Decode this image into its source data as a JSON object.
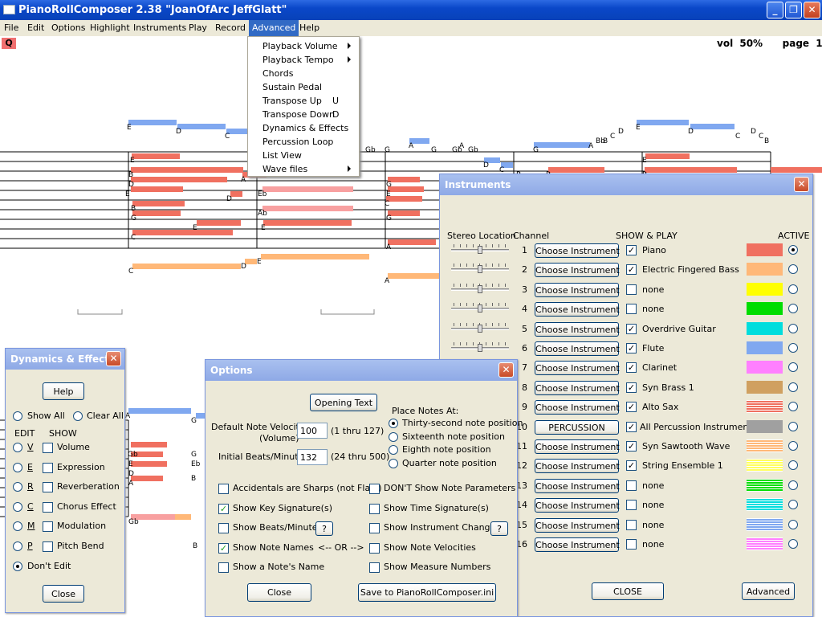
{
  "window": {
    "title": "PianoRollComposer 2.38  \"JoanOfArc JeffGlatt\""
  },
  "menu": [
    "File",
    "Edit",
    "Options",
    "Highlight",
    "Instruments",
    "Play",
    "Record",
    "Advanced",
    "Help"
  ],
  "toolbar": {
    "quantize": "Q",
    "volume": "vol  50%",
    "page": "page 1"
  },
  "advanced_menu": [
    {
      "label": "Playback Volume",
      "key": "",
      "submenu": true
    },
    {
      "label": "Playback Tempo",
      "key": "",
      "submenu": true
    },
    {
      "label": "Chords",
      "key": "",
      "submenu": false
    },
    {
      "label": "Sustain Pedal",
      "key": "",
      "submenu": false
    },
    {
      "label": "Transpose Up",
      "key": "U",
      "submenu": false
    },
    {
      "label": "Transpose Down",
      "key": "D",
      "submenu": false
    },
    {
      "label": "Dynamics & Effects",
      "key": "",
      "submenu": false
    },
    {
      "label": "Percussion Loop",
      "key": "",
      "submenu": false
    },
    {
      "label": "List View",
      "key": "",
      "submenu": false
    },
    {
      "label": "Wave files",
      "key": "",
      "submenu": true
    }
  ],
  "roll_notes": [
    [
      "E",
      158,
      153
    ],
    [
      "D",
      219,
      158
    ],
    [
      "C",
      280,
      164
    ],
    [
      "Gb",
      455,
      181
    ],
    [
      "G",
      479,
      181
    ],
    [
      "A",
      509,
      176
    ],
    [
      "G",
      537,
      181
    ],
    [
      "Gb",
      563,
      181
    ],
    [
      "A",
      572,
      176
    ],
    [
      "Gb",
      583,
      181
    ],
    [
      "G",
      664,
      181
    ],
    [
      "A",
      733,
      176
    ],
    [
      "Bb",
      742,
      170
    ],
    [
      "B",
      751,
      170
    ],
    [
      "C",
      760,
      164
    ],
    [
      "D",
      770,
      158
    ],
    [
      "E",
      792,
      153
    ],
    [
      "D",
      857,
      158
    ],
    [
      "C",
      916,
      164
    ],
    [
      "D",
      935,
      158
    ],
    [
      "C",
      945,
      164
    ],
    [
      "B",
      952,
      170
    ],
    [
      "D",
      602,
      200
    ],
    [
      "C",
      622,
      206
    ],
    [
      "B",
      643,
      212
    ],
    [
      "B",
      680,
      212
    ],
    [
      "E",
      162,
      194
    ],
    [
      "B",
      160,
      212
    ],
    [
      "D",
      160,
      224
    ],
    [
      "E",
      156,
      236
    ],
    [
      "A",
      300,
      218
    ],
    [
      "D",
      282,
      242
    ],
    [
      "B",
      163,
      254
    ],
    [
      "G",
      163,
      266
    ],
    [
      "E",
      240,
      278
    ],
    [
      "C",
      163,
      290
    ],
    [
      "Eb",
      321,
      236
    ],
    [
      "Ab",
      321,
      260
    ],
    [
      "E",
      325,
      278
    ],
    [
      "G",
      481,
      224
    ],
    [
      "E",
      481,
      236
    ],
    [
      "C",
      479,
      248
    ],
    [
      "G",
      481,
      266
    ],
    [
      "A",
      481,
      302
    ],
    [
      "E",
      800,
      194
    ],
    [
      "B",
      800,
      212
    ],
    [
      "D",
      300,
      326
    ],
    [
      "C",
      160,
      332
    ],
    [
      "E",
      320,
      320
    ],
    [
      "A",
      479,
      344
    ],
    [
      "A",
      156,
      512
    ],
    [
      "G",
      238,
      518
    ],
    [
      "Gb",
      159,
      560
    ],
    [
      "G",
      238,
      560
    ],
    [
      "E",
      160,
      572
    ],
    [
      "Eb",
      238,
      572
    ],
    [
      "D",
      160,
      584
    ],
    [
      "B",
      238,
      590
    ],
    [
      "A",
      160,
      596
    ],
    [
      "Gb",
      160,
      644
    ],
    [
      "B",
      240,
      674
    ]
  ],
  "dynamics": {
    "title": "Dynamics & Effects",
    "help": "Help",
    "show_all": "Show All",
    "clear_all": "Clear All",
    "edit_header": "EDIT",
    "show_header": "SHOW",
    "rows": [
      {
        "key": "V",
        "label": "Volume"
      },
      {
        "key": "E",
        "label": "Expression"
      },
      {
        "key": "R",
        "label": "Reverberation"
      },
      {
        "key": "C",
        "label": "Chorus Effect"
      },
      {
        "key": "M",
        "label": "Modulation"
      },
      {
        "key": "P",
        "label": "Pitch Bend"
      }
    ],
    "dont_edit": "Don't Edit",
    "close": "Close"
  },
  "options": {
    "title": "Options",
    "opening_text": "Opening Text",
    "velocity_label_1": "Default Note Velocity",
    "velocity_label_2": "(Volume)",
    "velocity_value": "100",
    "velocity_range": "(1 thru 127)",
    "bpm_label": "Initial Beats/Minute",
    "bpm_value": "132",
    "bpm_range": "(24 thru 500)",
    "place_notes_label": "Place Notes At:",
    "place_options": [
      {
        "label": "Thirty-second note position",
        "selected": true
      },
      {
        "label": "Sixteenth note position",
        "selected": false
      },
      {
        "label": "Eighth note position",
        "selected": false
      },
      {
        "label": "Quarter note position",
        "selected": false
      }
    ],
    "left_checks": [
      {
        "label": "Accidentals are Sharps (not Flats)",
        "checked": false
      },
      {
        "label": "Show Key Signature(s)",
        "checked": true
      },
      {
        "label": "Show Beats/Minute",
        "checked": false
      },
      {
        "label": "Show Note Names",
        "checked": true
      },
      {
        "label": "Show a Note's Name",
        "checked": false
      }
    ],
    "right_checks": [
      {
        "label": "DON'T Show Note Parameters",
        "checked": false
      },
      {
        "label": "Show Time Signature(s)",
        "checked": false
      },
      {
        "label": "Show Instrument Changes",
        "checked": false
      },
      {
        "label": "Show Note Velocities",
        "checked": false
      },
      {
        "label": "Show Measure Numbers",
        "checked": false
      }
    ],
    "question": "?",
    "or_text": "<-- OR -->",
    "close": "Close",
    "save": "Save to PianoRollComposer.ini"
  },
  "instruments": {
    "title": "Instruments",
    "col_stereo": "Stereo Location",
    "col_channel": "Channel",
    "col_show": "SHOW & PLAY",
    "col_active": "ACTIVE",
    "rows": [
      {
        "ch": "1",
        "btn": "Choose Instrument",
        "checked": true,
        "name": "Piano",
        "color": "#f07060",
        "striped": false,
        "active": true
      },
      {
        "ch": "2",
        "btn": "Choose Instrument",
        "checked": true,
        "name": "Electric Fingered Bass",
        "color": "#ffb878",
        "striped": false,
        "active": false
      },
      {
        "ch": "3",
        "btn": "Choose Instrument",
        "checked": false,
        "name": "none",
        "color": "#ffff00",
        "striped": false,
        "active": false
      },
      {
        "ch": "4",
        "btn": "Choose Instrument",
        "checked": false,
        "name": "none",
        "color": "#00dd00",
        "striped": false,
        "active": false
      },
      {
        "ch": "5",
        "btn": "Choose Instrument",
        "checked": true,
        "name": "Overdrive Guitar",
        "color": "#00dddd",
        "striped": false,
        "active": false
      },
      {
        "ch": "6",
        "btn": "Choose Instrument",
        "checked": true,
        "name": "Flute",
        "color": "#80a8f0",
        "striped": false,
        "active": false
      },
      {
        "ch": "7",
        "btn": "Choose Instrument",
        "checked": true,
        "name": "Clarinet",
        "color": "#ff80ff",
        "striped": false,
        "active": false
      },
      {
        "ch": "8",
        "btn": "Choose Instrument",
        "checked": true,
        "name": "Syn Brass 1",
        "color": "#d0a060",
        "striped": false,
        "active": false
      },
      {
        "ch": "9",
        "btn": "Choose Instrument",
        "checked": true,
        "name": "Alto Sax",
        "color": "#f07060",
        "striped": true,
        "active": false
      },
      {
        "ch": "10",
        "btn": "PERCUSSION",
        "checked": true,
        "name": "All Percussion Instruments",
        "color": "#a0a0a0",
        "striped": false,
        "active": false
      },
      {
        "ch": "11",
        "btn": "Choose Instrument",
        "checked": true,
        "name": "Syn Sawtooth Wave",
        "color": "#ffb878",
        "striped": true,
        "active": false
      },
      {
        "ch": "12",
        "btn": "Choose Instrument",
        "checked": true,
        "name": "String Ensemble 1",
        "color": "#ffff60",
        "striped": true,
        "active": false
      },
      {
        "ch": "13",
        "btn": "Choose Instrument",
        "checked": false,
        "name": "none",
        "color": "#00dd00",
        "striped": true,
        "active": false
      },
      {
        "ch": "14",
        "btn": "Choose Instrument",
        "checked": false,
        "name": "none",
        "color": "#00dddd",
        "striped": true,
        "active": false
      },
      {
        "ch": "15",
        "btn": "Choose Instrument",
        "checked": false,
        "name": "none",
        "color": "#80a8f0",
        "striped": true,
        "active": false
      },
      {
        "ch": "16",
        "btn": "Choose Instrument",
        "checked": false,
        "name": "none",
        "color": "#ff80ff",
        "striped": true,
        "active": false
      }
    ],
    "close": "CLOSE",
    "advanced": "Advanced"
  }
}
